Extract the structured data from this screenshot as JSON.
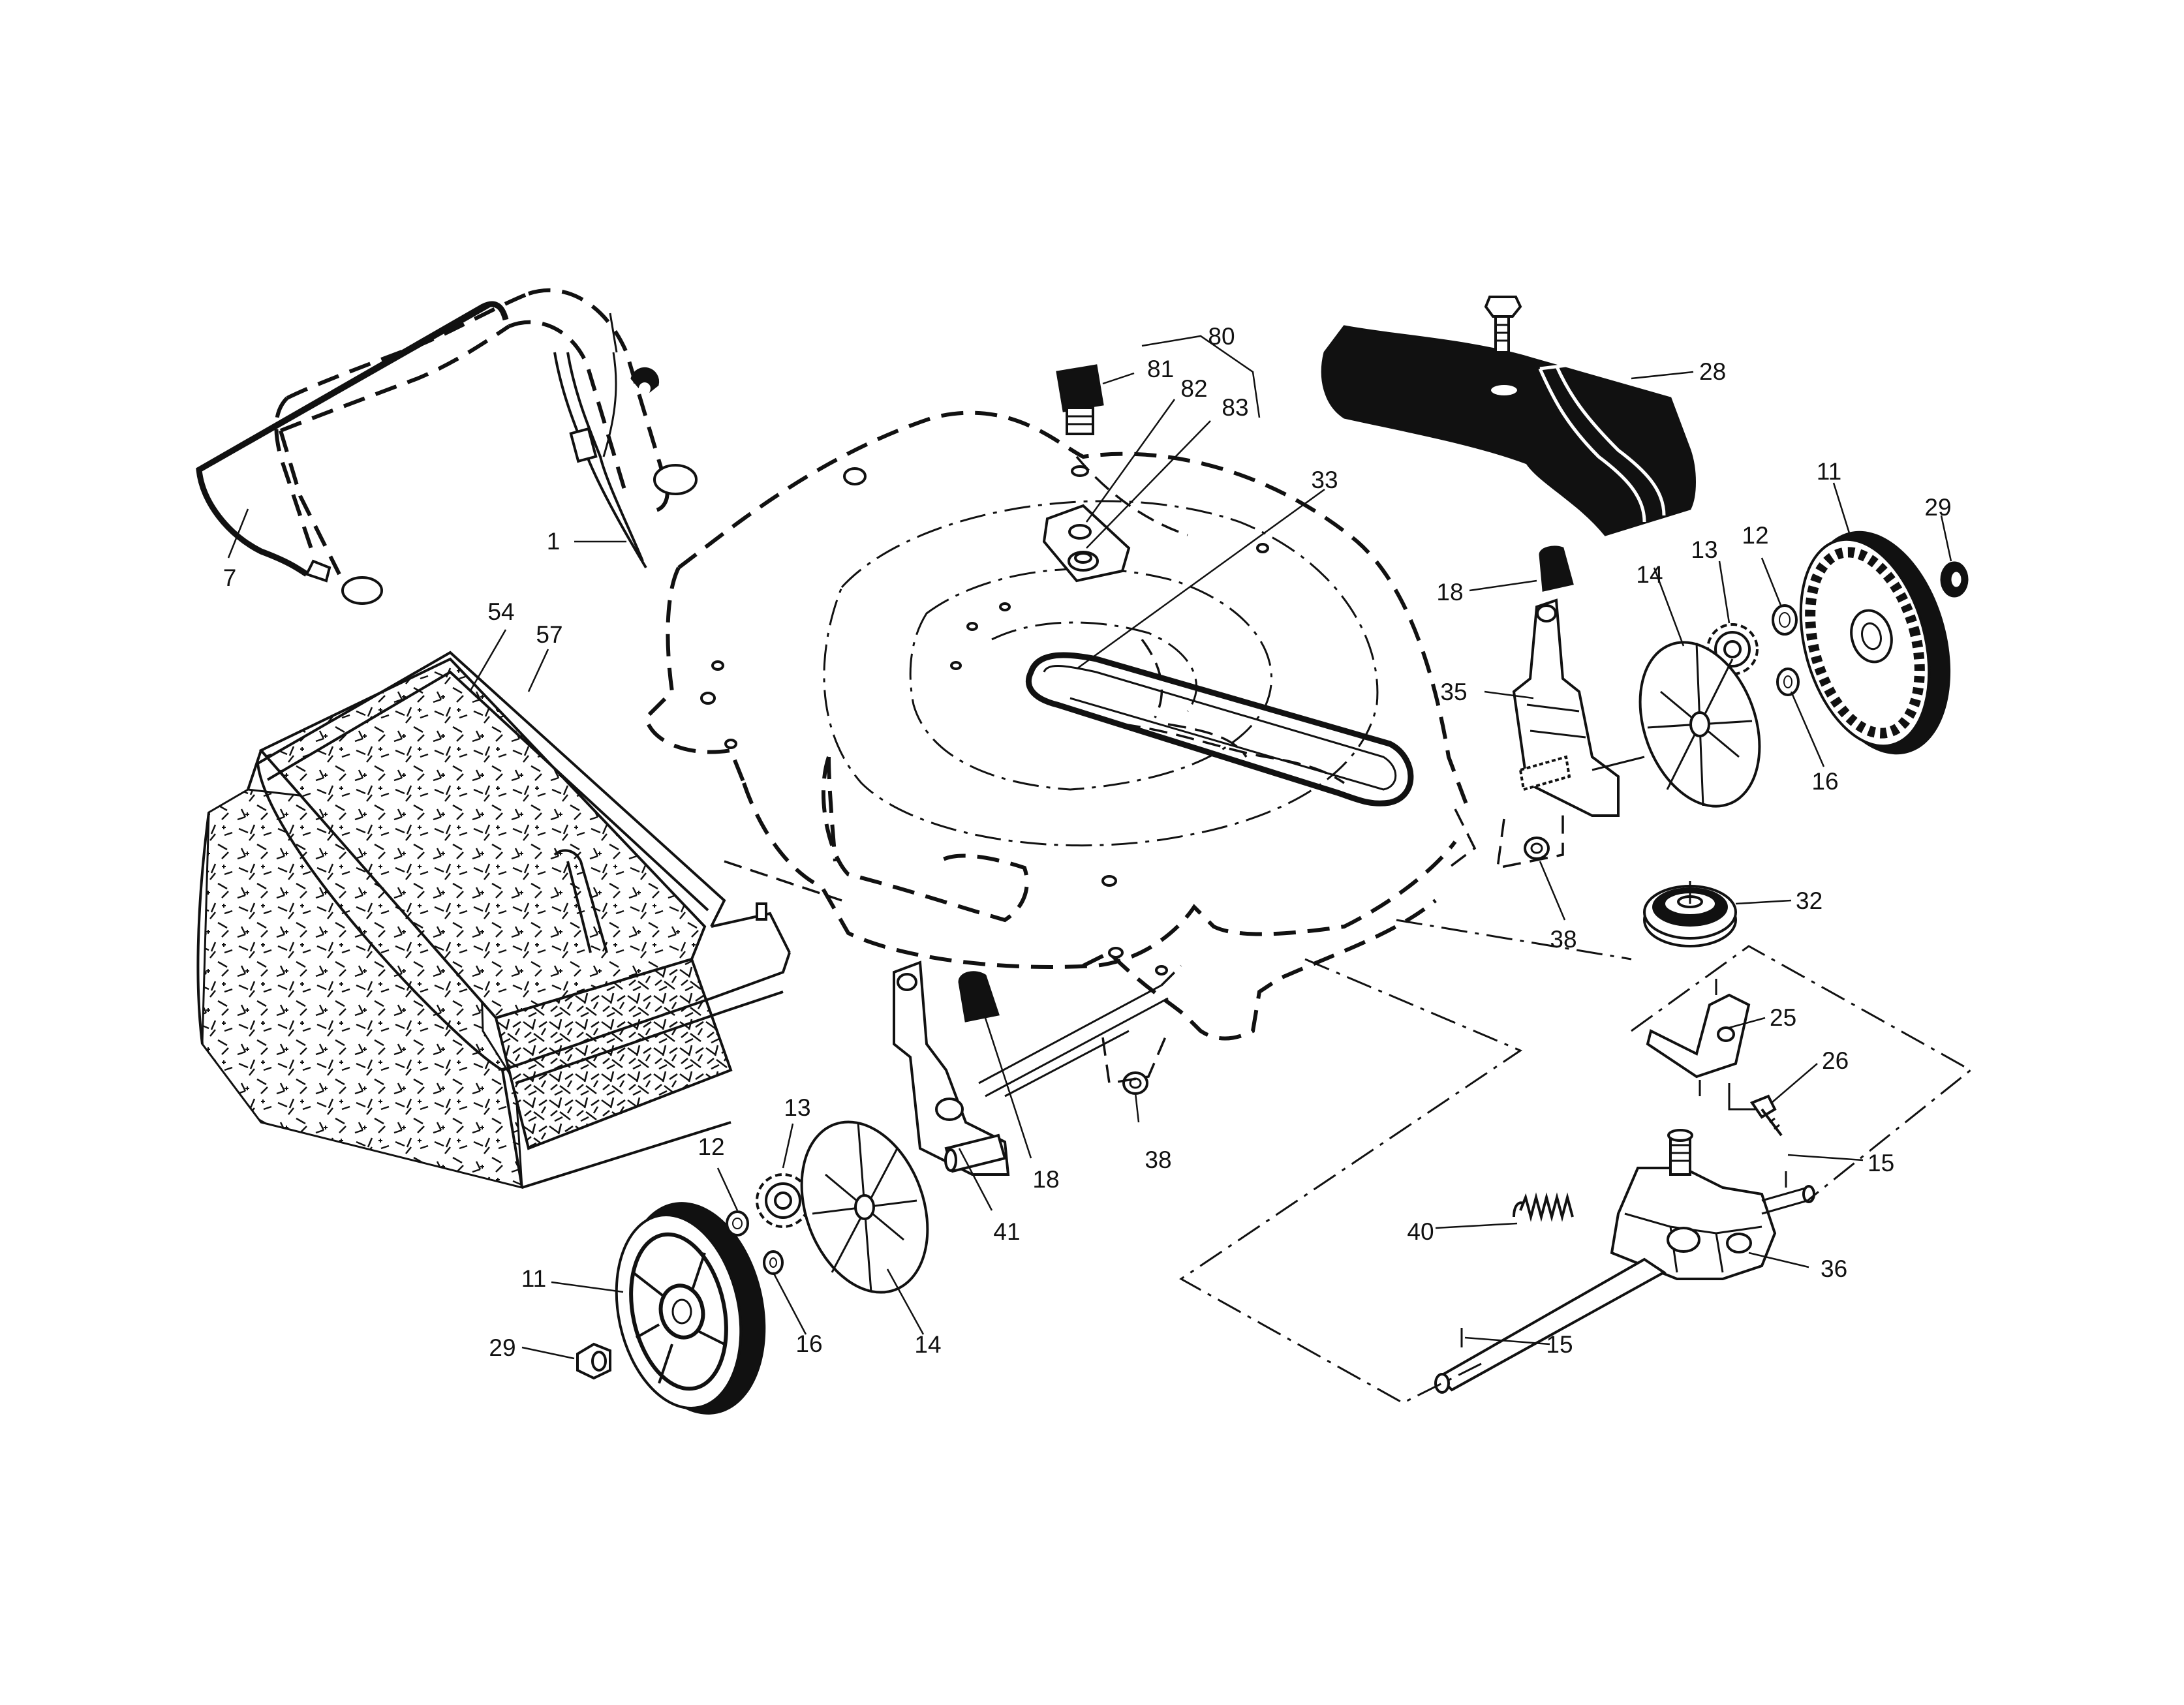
{
  "colors": {
    "ink": "#111111",
    "paper": "#ffffff"
  },
  "callouts": [
    {
      "id": "c80",
      "label": "80"
    },
    {
      "id": "c81",
      "label": "81"
    },
    {
      "id": "c82",
      "label": "82"
    },
    {
      "id": "c83",
      "label": "83"
    },
    {
      "id": "c28",
      "label": "28"
    },
    {
      "id": "c33",
      "label": "33"
    },
    {
      "id": "c1",
      "label": "1"
    },
    {
      "id": "c7",
      "label": "7"
    },
    {
      "id": "c54",
      "label": "54"
    },
    {
      "id": "c57",
      "label": "57"
    },
    {
      "id": "c11a",
      "label": "11"
    },
    {
      "id": "c29a",
      "label": "29"
    },
    {
      "id": "c18a",
      "label": "18"
    },
    {
      "id": "c14a",
      "label": "14"
    },
    {
      "id": "c13a",
      "label": "13"
    },
    {
      "id": "c12a",
      "label": "12"
    },
    {
      "id": "c35",
      "label": "35"
    },
    {
      "id": "c16a",
      "label": "16"
    },
    {
      "id": "c38a",
      "label": "38"
    },
    {
      "id": "c32",
      "label": "32"
    },
    {
      "id": "c25",
      "label": "25"
    },
    {
      "id": "c26",
      "label": "26"
    },
    {
      "id": "c15a",
      "label": "15"
    },
    {
      "id": "c38b",
      "label": "38"
    },
    {
      "id": "c18b",
      "label": "18"
    },
    {
      "id": "c41",
      "label": "41"
    },
    {
      "id": "c13b",
      "label": "13"
    },
    {
      "id": "c12b",
      "label": "12"
    },
    {
      "id": "c40",
      "label": "40"
    },
    {
      "id": "c36",
      "label": "36"
    },
    {
      "id": "c11b",
      "label": "11"
    },
    {
      "id": "c29b",
      "label": "29"
    },
    {
      "id": "c16b",
      "label": "16"
    },
    {
      "id": "c14b",
      "label": "14"
    },
    {
      "id": "c15b",
      "label": "15"
    }
  ]
}
